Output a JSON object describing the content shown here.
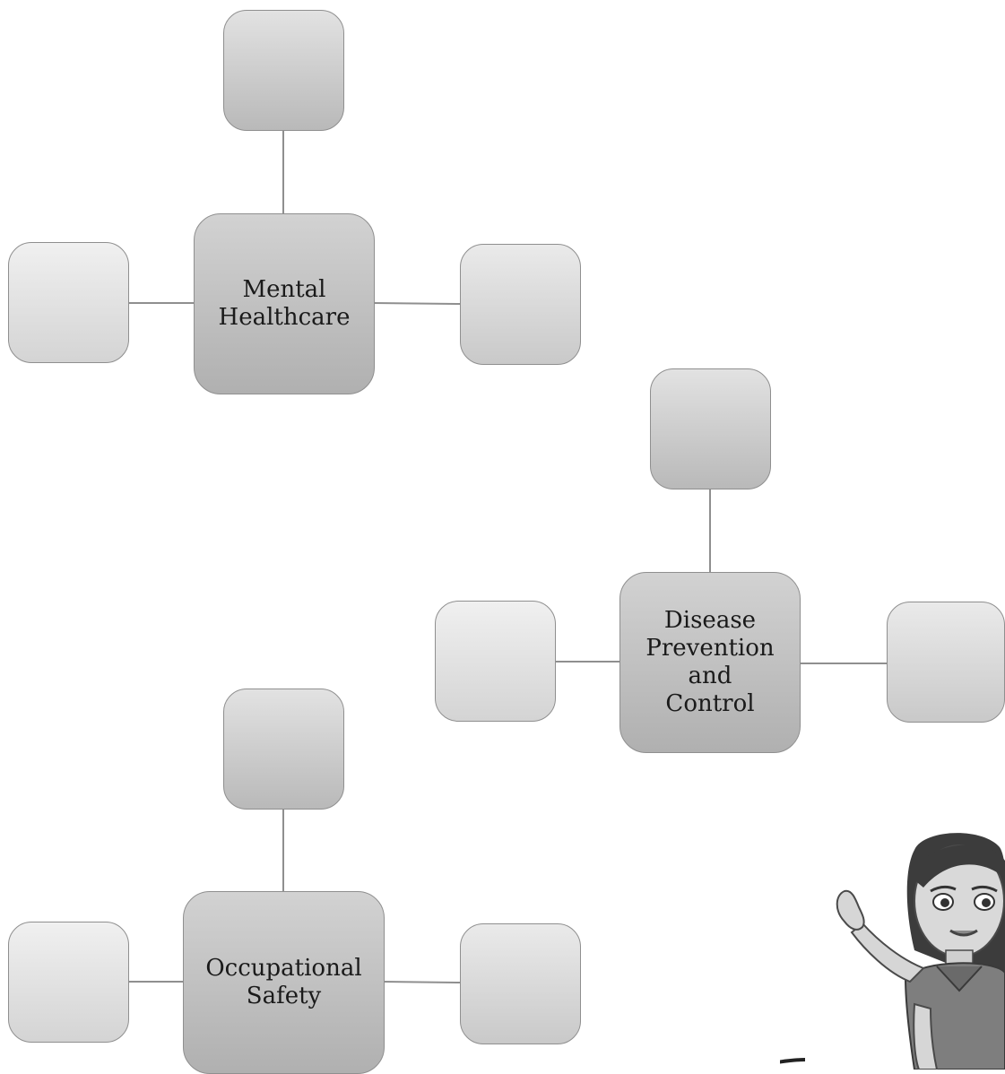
{
  "diagram": {
    "clusters": [
      {
        "id": "mental",
        "label": "Mental\nHealthcare"
      },
      {
        "id": "disease",
        "label": "Disease\nPrevention\nand\nControl"
      },
      {
        "id": "occupational",
        "label": "Occupational\nSafety"
      }
    ],
    "box_color": "#bdbdbd",
    "line_color": "#8f8f8f"
  },
  "illustration": {
    "subject": "cartoon-teacher-pointing"
  }
}
